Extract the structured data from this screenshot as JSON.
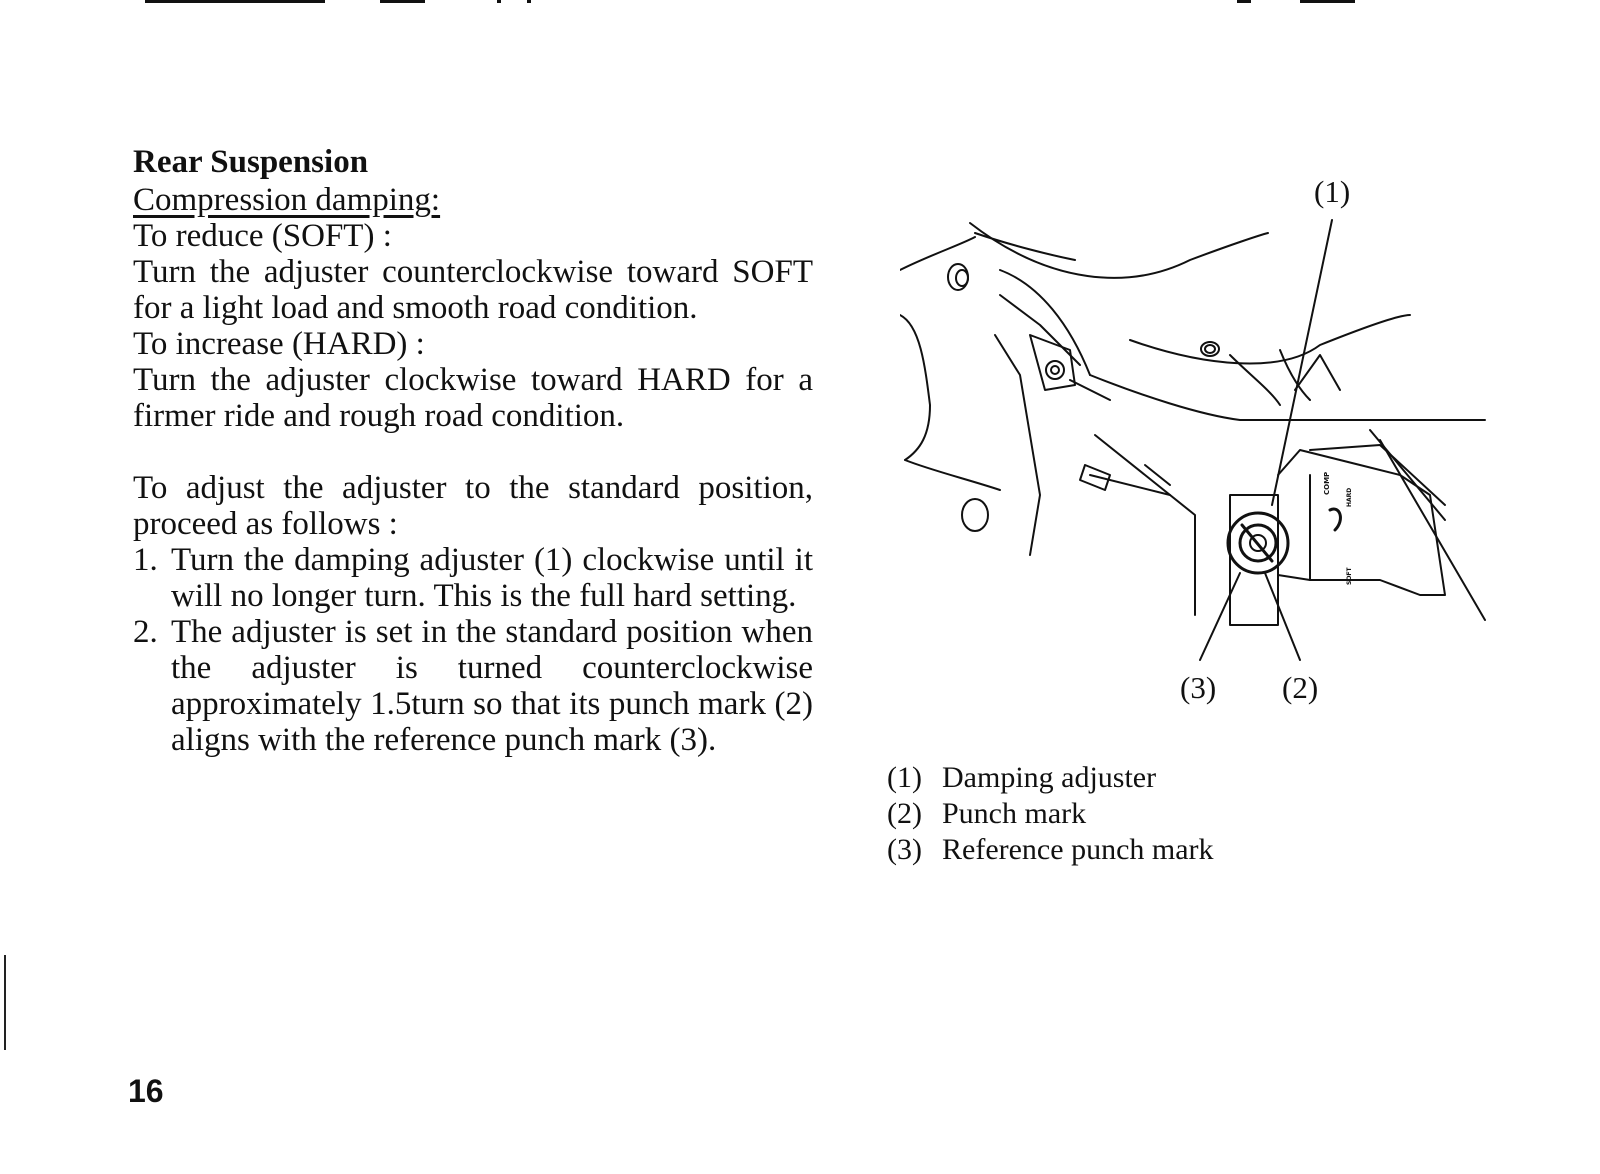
{
  "section": {
    "title": "Rear Suspension",
    "subtitle": "Compression damping:",
    "reduce_label": "To reduce (SOFT) :",
    "reduce_text": "Turn the adjuster counterclockwise toward SOFT for a light load and smooth road condition.",
    "increase_label": "To increase (HARD) :",
    "increase_text": "Turn the adjuster clockwise toward HARD for a firmer ride and rough road condition.",
    "standard_intro": "To adjust the adjuster to the standard position, proceed as follows :",
    "steps": [
      {
        "num": "1.",
        "text": "Turn the damping adjuster (1) clockwise until it will no longer turn. This is the full hard setting."
      },
      {
        "num": "2.",
        "text": "The adjuster is set in the standard position when the adjuster is turned counterclockwise approximately 1.5turn so that its punch mark (2) aligns with the reference punch mark (3)."
      }
    ]
  },
  "figure": {
    "callouts": {
      "c1": "(1)",
      "c2": "(2)",
      "c3": "(3)"
    },
    "adjuster_labels": {
      "comp": "COMP",
      "soft": "SOFT",
      "hard": "HARD"
    }
  },
  "legend": [
    {
      "num": "(1)",
      "label": "Damping adjuster"
    },
    {
      "num": "(2)",
      "label": "Punch mark"
    },
    {
      "num": "(3)",
      "label": "Reference punch mark"
    }
  ],
  "page_number": "16"
}
